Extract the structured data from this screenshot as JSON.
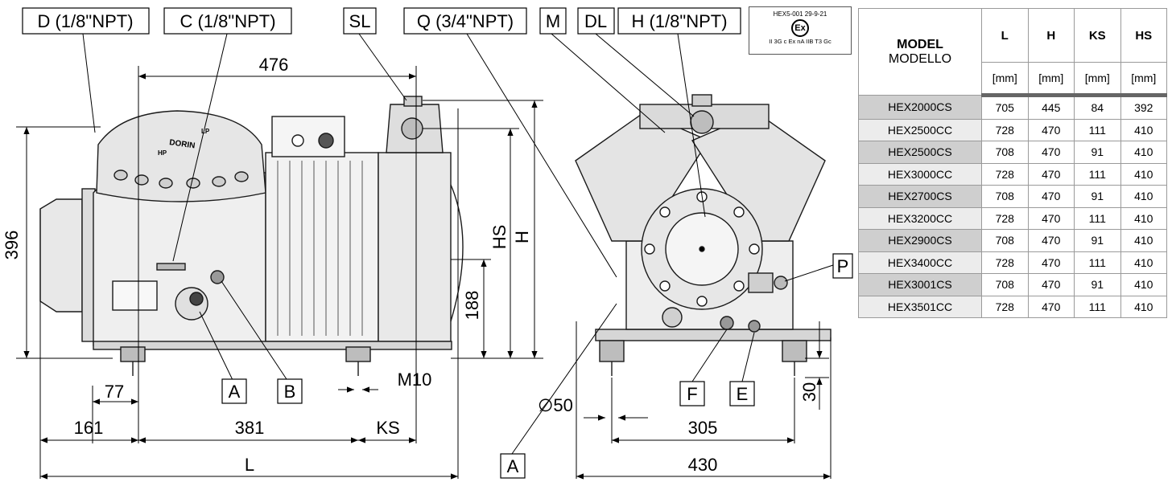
{
  "labels": {
    "D": "D (1/8\"NPT)",
    "C": "C (1/8\"NPT)",
    "SL": "SL",
    "Q": "Q (3/4\"NPT)",
    "M": "M",
    "DL": "DL",
    "H": "H (1/8\"NPT)",
    "P": "P",
    "A_left": "A",
    "B": "B",
    "A_mid": "A",
    "F": "F",
    "E": "E"
  },
  "certification": {
    "line1": "HEX5-001 29-9-21",
    "mark": "Ex",
    "line2": "II 3G c Ex nA IIB T3 Gc"
  },
  "dimensions": {
    "d476": "476",
    "d396": "396",
    "d188": "188",
    "HS": "HS",
    "H": "H",
    "d77": "77",
    "d161": "161",
    "d381": "381",
    "KS": "KS",
    "L": "L",
    "M10": "M10",
    "phi50": "∅50",
    "d305": "305",
    "d430": "430",
    "d30": "30"
  },
  "brand": {
    "name": "DORIN",
    "hp": "HP",
    "lp": "LP"
  },
  "table": {
    "headers": [
      "L",
      "H",
      "KS",
      "HS"
    ],
    "model_header": "MODEL",
    "model_header_it": "MODELLO",
    "units": [
      "[mm]",
      "[mm]",
      "[mm]",
      "[mm]"
    ],
    "rows": [
      {
        "model": "HEX2000CS",
        "L": "705",
        "H": "445",
        "KS": "84",
        "HS": "392"
      },
      {
        "model": "HEX2500CC",
        "L": "728",
        "H": "470",
        "KS": "111",
        "HS": "410"
      },
      {
        "model": "HEX2500CS",
        "L": "708",
        "H": "470",
        "KS": "91",
        "HS": "410"
      },
      {
        "model": "HEX3000CC",
        "L": "728",
        "H": "470",
        "KS": "111",
        "HS": "410"
      },
      {
        "model": "HEX2700CS",
        "L": "708",
        "H": "470",
        "KS": "91",
        "HS": "410"
      },
      {
        "model": "HEX3200CC",
        "L": "728",
        "H": "470",
        "KS": "111",
        "HS": "410"
      },
      {
        "model": "HEX2900CS",
        "L": "708",
        "H": "470",
        "KS": "91",
        "HS": "410"
      },
      {
        "model": "HEX3400CC",
        "L": "728",
        "H": "470",
        "KS": "111",
        "HS": "410"
      },
      {
        "model": "HEX3001CS",
        "L": "708",
        "H": "470",
        "KS": "91",
        "HS": "410"
      },
      {
        "model": "HEX3501CC",
        "L": "728",
        "H": "470",
        "KS": "111",
        "HS": "410"
      }
    ]
  }
}
